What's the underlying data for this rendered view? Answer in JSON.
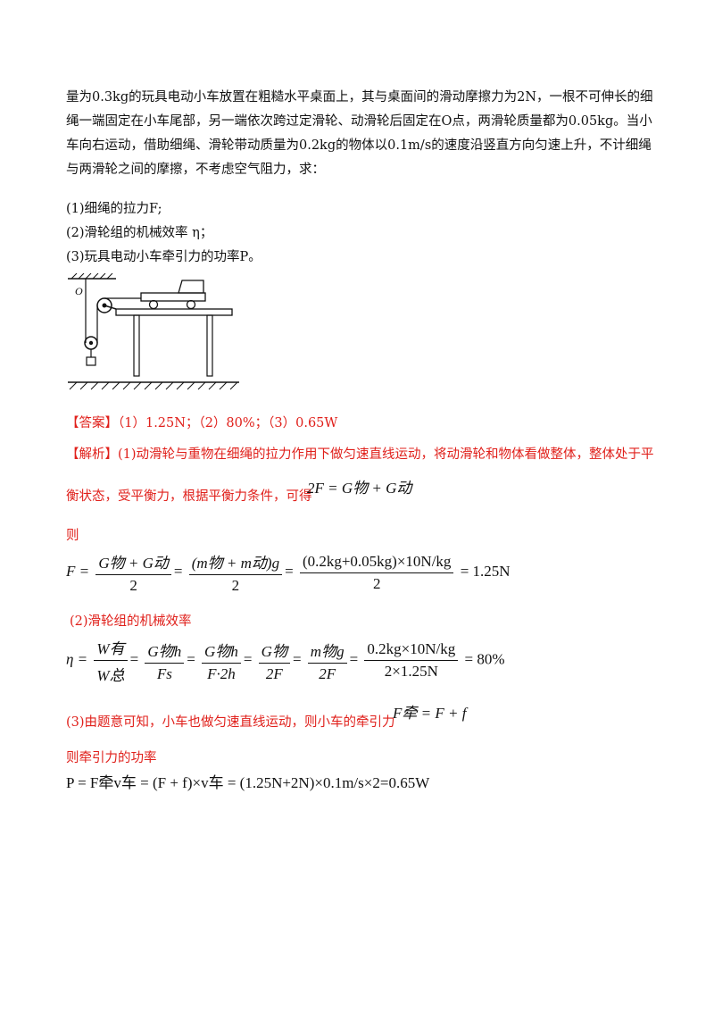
{
  "problem": {
    "intro": "量为0.3kg的玩具电动小车放置在粗糙水平桌面上，其与桌面间的滑动摩擦力为2N，一根不可伸长的细绳一端固定在小车尾部，另一端依次跨过定滑轮、动滑轮后固定在O点，两滑轮质量都为0.05kg。当小车向右运动，借助细绳、滑轮带动质量为0.2kg的物体以0.1m/s的速度沿竖直方向匀速上升，不计细绳与两滑轮之间的摩擦，不考虑空气阻力，求：",
    "q1": "(1)细绳的拉力F;",
    "q2": "(2)滑轮组的机械效率 η；",
    "q3": "(3)玩具电动小车牵引力的功率P。"
  },
  "figure": {
    "point_label": "O"
  },
  "answer": {
    "tag": "【答案】",
    "text": "（1）1.25N；（2）80%；（3）0.65W"
  },
  "analysis": {
    "tag": "【解析】",
    "part1_a": "(1)动滑轮与重物在细绳的拉力作用下做匀速直线运动，将动滑轮和物体看做整体，整体处于平",
    "part1_b": "衡状态，受平衡力，根据平衡力条件，可得",
    "eq1": "2F = G物 + G动",
    "then": "则",
    "eq2_lhs": "F =",
    "eq2_f1_num": "G物 + G动",
    "eq2_f1_den": "2",
    "eq2_f2_num": "(m物 + m动)g",
    "eq2_f2_den": "2",
    "eq2_f3_num": "(0.2kg+0.05kg)×10N/kg",
    "eq2_f3_den": "2",
    "eq2_result": "= 1.25N",
    "part2": "(2)滑轮组的机械效率",
    "eq3_lhs": "η =",
    "eq3_f1_num": "W有",
    "eq3_f1_den": "W总",
    "eq3_f2_num": "G物h",
    "eq3_f2_den": "Fs",
    "eq3_f3_num": "G物h",
    "eq3_f3_den": "F·2h",
    "eq3_f4_num": "G物",
    "eq3_f4_den": "2F",
    "eq3_f5_num": "m物g",
    "eq3_f5_den": "2F",
    "eq3_f6_num": "0.2kg×10N/kg",
    "eq3_f6_den": "2×1.25N",
    "eq3_result": "= 80%",
    "part3": "(3)由题意可知，小车也做匀速直线运动，则小车的牵引力",
    "eq4": "F牵 = F + f",
    "part3_b": "则牵引力的功率",
    "eq5": "P = F牵v车 = (F + f)×v车 = (1.25N+2N)×0.1m/s×2=0.65W"
  }
}
